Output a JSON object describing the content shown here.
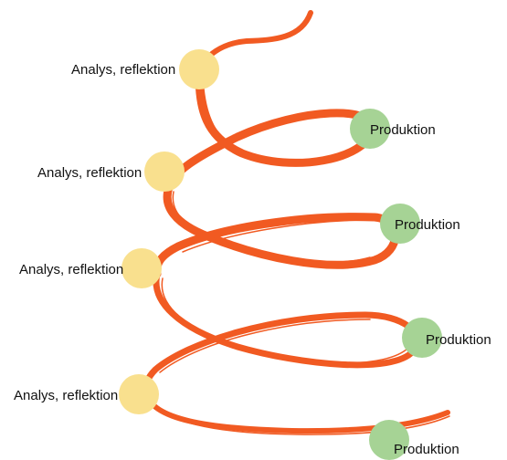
{
  "diagram": {
    "colors": {
      "spiral": "#f15a22",
      "analysis_node": "#f9e08e",
      "production_node": "#a6d395"
    },
    "nodes": [
      {
        "type": "analysis",
        "label": "Analys, reflektion"
      },
      {
        "type": "production",
        "label": "Produktion"
      },
      {
        "type": "analysis",
        "label": "Analys, reflektion"
      },
      {
        "type": "production",
        "label": "Produktion"
      },
      {
        "type": "analysis",
        "label": "Analys, reflektion"
      },
      {
        "type": "production",
        "label": "Produktion"
      },
      {
        "type": "analysis",
        "label": "Analys, reflektion"
      },
      {
        "type": "production",
        "label": "Produktion"
      }
    ]
  }
}
